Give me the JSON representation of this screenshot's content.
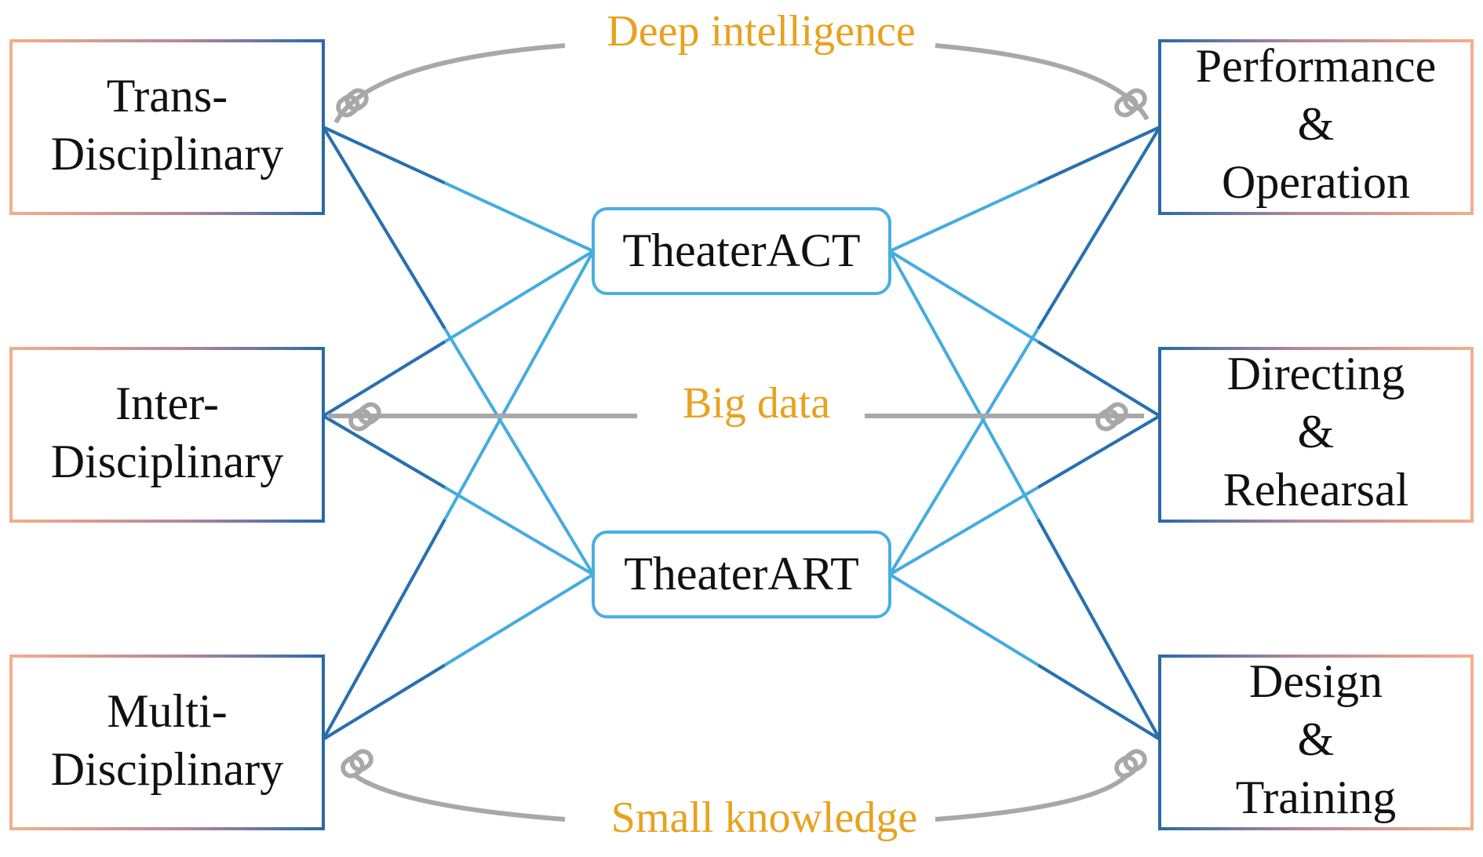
{
  "colors": {
    "box_gradient_warm": "#f2ae8a",
    "box_gradient_cool": "#2a6aa6",
    "hub_border": "#4aaee0",
    "connector_dark": "#2b6fae",
    "connector_light": "#43ace0",
    "arc_gray": "#a8a8a8",
    "arc_label": "#e8a21e"
  },
  "icons": {
    "link": "chain-link-icon"
  },
  "left_boxes": [
    {
      "id": "trans",
      "lines": [
        "Trans-",
        "Disciplinary"
      ]
    },
    {
      "id": "inter",
      "lines": [
        "Inter-",
        "Disciplinary"
      ]
    },
    {
      "id": "multi",
      "lines": [
        "Multi-",
        "Disciplinary"
      ]
    }
  ],
  "right_boxes": [
    {
      "id": "performance",
      "lines": [
        "Performance",
        "&",
        "Operation"
      ]
    },
    {
      "id": "directing",
      "lines": [
        "Directing",
        "&",
        "Rehearsal"
      ]
    },
    {
      "id": "design",
      "lines": [
        "Design",
        "&",
        "Training"
      ]
    }
  ],
  "hubs": [
    {
      "id": "act",
      "label": "TheaterACT"
    },
    {
      "id": "art",
      "label": "TheaterART"
    }
  ],
  "arc_labels": {
    "top": "Deep intelligence",
    "middle": "Big data",
    "bottom": "Small knowledge"
  }
}
